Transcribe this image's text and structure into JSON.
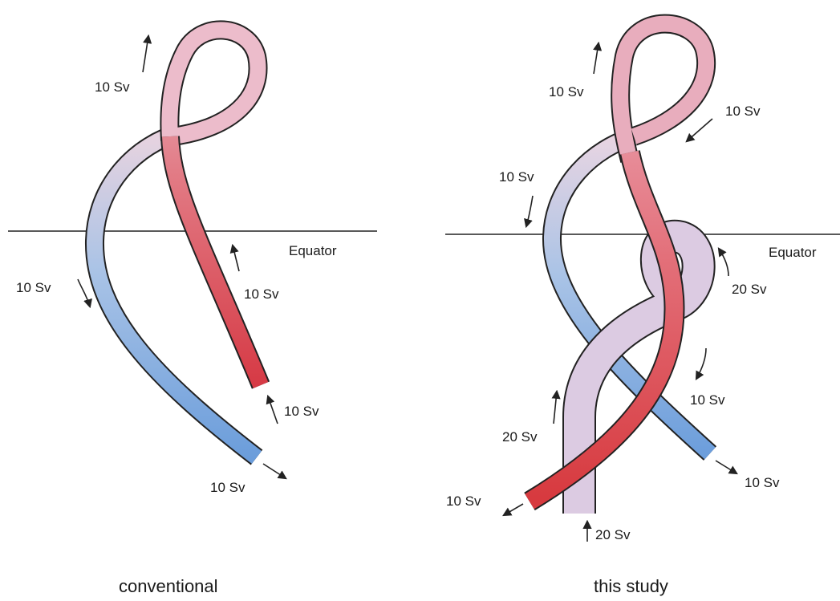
{
  "panels": [
    {
      "caption": "conventional",
      "equator_label": "Equator",
      "flow_labels": [
        "10 Sv",
        "10 Sv",
        "10 Sv",
        "10 Sv",
        "10 Sv"
      ]
    },
    {
      "caption": "this study",
      "equator_label": "Equator",
      "flow_labels": [
        "10 Sv",
        "10 Sv",
        "10 Sv",
        "20 Sv",
        "10 Sv",
        "20 Sv",
        "10 Sv",
        "10 Sv",
        "20 Sv"
      ]
    }
  ],
  "colors": {
    "warm": "#d9434b",
    "warm_light": "#f1d3dd",
    "cool": "#6f9fd8",
    "cool_light": "#e2ddee",
    "lavender": "#dccbe2",
    "outline": "#222222"
  }
}
